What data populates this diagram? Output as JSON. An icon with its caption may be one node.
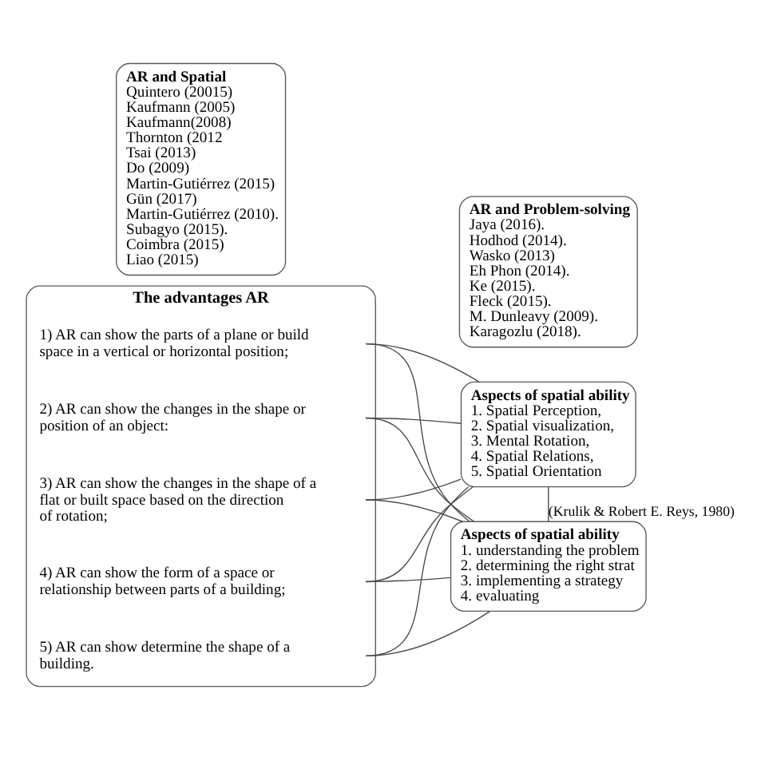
{
  "diagram": {
    "nodes": [
      {
        "text": [
          "The advantages AR"
        ]
      },
      {
        "text": [
          "1) AR can show the parts of a plane or build space in a vertical or horizontal position;"
        ],
        "in": 0
      },
      {
        "text": [
          "2) AR can show the changes in the shape or position of an object:"
        ],
        "in": 0
      },
      {
        "text": [
          "3) AR can show the changes in the shape of a flat or built space based on the direction of rotation;"
        ],
        "in": 0
      },
      {
        "text": [
          "4) AR can show the form of a space or relationship between parts of a building;"
        ],
        "in": 0
      },
      {
        "text": [
          "5) AR can show determine the shape of a building."
        ],
        "in": 0
      },
      {
        "text": [
          "AR and Spatial",
          "Quintero (20015)",
          "Kaufmann (2005)",
          "Kaufmann(2008)",
          "Thornton (2012",
          "Tsai (2013)",
          "Do (2009)",
          "Martin-Gutiérrez (2015)",
          "Gün (2017)",
          "Martin-Gutiérrez (2010).",
          "Subagyo (2015).",
          "Coimbra (2015)",
          "Liao (2015)"
        ]
      },
      {
        "text": [
          "AR and Problem-solving",
          "Jaya (2016).",
          "Hodhod (2014).",
          "Wasko (2013)",
          "Eh Phon (2014).",
          "Ke (2015).",
          "Fleck (2015).",
          "M. Dunleavy (2009).",
          "Karagozlu (2018)."
        ]
      },
      {
        "text": [
          "Aspects of spatial ability",
          "1. Spatial Perception,",
          "2. Spatial visualization,",
          "3. Mental Rotation,",
          "4. Spatial Relations,",
          "5. Spatial Orientation"
        ]
      },
      {
        "text": [
          "Aspects of spatial ability",
          "1. understanding the problem",
          "2. determining the right strat",
          "3. implementing a strategy",
          "4. evaluating"
        ]
      }
    ],
    "edges": [
      {
        "from": 1,
        "to": 8,
        "arrow": "none"
      },
      {
        "from": 1,
        "to": 9,
        "arrow": "none"
      },
      {
        "from": 2,
        "to": 8,
        "arrow": "none"
      },
      {
        "from": 2,
        "to": 9,
        "arrow": "none"
      },
      {
        "from": 3,
        "to": 8,
        "arrow": "none"
      },
      {
        "from": 3,
        "to": 9,
        "arrow": "none"
      },
      {
        "from": 4,
        "to": 8,
        "arrow": "none"
      },
      {
        "from": 4,
        "to": 9,
        "arrow": "none"
      },
      {
        "from": 5,
        "to": 8,
        "arrow": "none"
      },
      {
        "from": 5,
        "to": 9,
        "arrow": "none"
      },
      {
        "from": 8,
        "to": 9,
        "label": "(Krulik & Robert E. Reys, 1980)",
        "arrow": "none"
      }
    ]
  }
}
